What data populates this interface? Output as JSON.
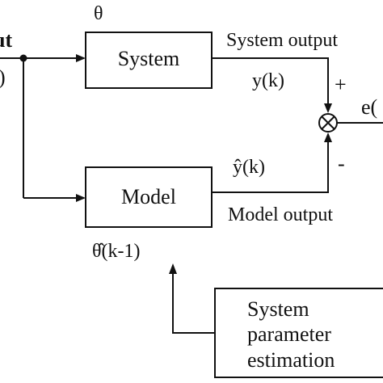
{
  "diagram": {
    "input_label_line1": "ut",
    "input_label_line2": ")",
    "theta": "θ",
    "system_block": "System",
    "system_output": "System output",
    "y_k": "y(k)",
    "plus": "+",
    "error": "e(",
    "y_hat_k": "ŷ(k)",
    "minus": "-",
    "model_block": "Model",
    "model_output": "Model output",
    "theta_hat": "θ̂(k-1)",
    "estimation_block": {
      "line1": "System",
      "line2": "parameter",
      "line3": "estimation"
    }
  }
}
